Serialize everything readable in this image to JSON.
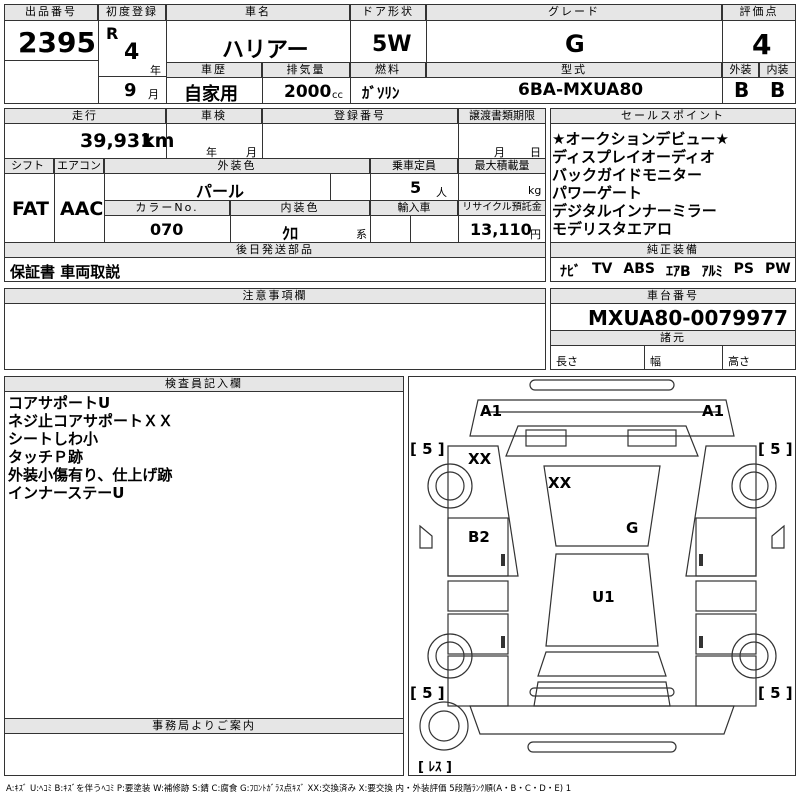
{
  "top": {
    "lot_header": "出品番号",
    "lot_number": "2395",
    "first_reg_header": "初度登録",
    "era": "R",
    "year": "4",
    "year_unit": "年",
    "month": "9",
    "month_unit": "月",
    "car_name_header": "車名",
    "car_name": "ハリアー",
    "door_header": "ドア形状",
    "door": "5W",
    "grade_header": "グレード",
    "grade": "G",
    "score_header": "評価点",
    "score": "4",
    "history_header": "車歴",
    "history": "自家用",
    "displacement_header": "排気量",
    "displacement": "2000",
    "displacement_unit": "cc",
    "fuel_header": "燃料",
    "fuel": "ｶﾞｿﾘﾝ",
    "model_header": "型式",
    "model": "6BA-MXUA80",
    "exterior_header": "外装",
    "exterior": "B",
    "interior_header": "内装",
    "interior": "B"
  },
  "row2": {
    "mileage_header": "走行",
    "mileage": "39,931",
    "mileage_unit": "km",
    "inspection_header": "車検",
    "inspection_year_unit": "年",
    "inspection_month_unit": "月",
    "registration_header": "登録番号",
    "transfer_header": "譲渡書類期限",
    "transfer_month_unit": "月",
    "transfer_day_unit": "日",
    "shift_header": "シフト",
    "shift": "FAT",
    "ac_header": "エアコン",
    "ac": "AAC",
    "color_header": "外装色",
    "color": "パール",
    "capacity_header": "乗車定員",
    "capacity": "5",
    "capacity_unit": "人",
    "max_load_header": "最大積載量",
    "max_load_unit": "kg",
    "color_no_header": "カラーNo.",
    "color_no": "070",
    "interior_color_header": "内装色",
    "interior_color": "ｸﾛ",
    "interior_color_unit": "系",
    "import_header": "輸入車",
    "recycle_header": "リサイクル預託金",
    "recycle": "13,110",
    "recycle_unit": "円",
    "later_header": "後日発送部品",
    "later": "保証書 車両取説"
  },
  "sales_points": {
    "header": "セールスポイント",
    "items": [
      "★オークションデビュー★",
      "ディスプレイオーディオ",
      "バックガイドモニター",
      "パワーゲート",
      "デジタルインナーミラー",
      "モデリスタエアロ"
    ]
  },
  "equipment": {
    "header": "純正装備",
    "items": [
      "ﾅﾋﾞ",
      "TV",
      "ABS",
      "ｴｱB",
      "ｱﾙﾐ",
      "PS",
      "PW"
    ]
  },
  "notes": {
    "header": "注意事項欄"
  },
  "chassis": {
    "header": "車台番号",
    "number": "MXUA80-0079977",
    "spec_header": "諸元",
    "length": "長さ",
    "width": "幅",
    "height": "高さ"
  },
  "inspector": {
    "header": "検査員記入欄",
    "lines": [
      "コアサポートU",
      "ネジ止コアサポートＸＸ",
      "シートしわ小",
      "タッチＰ跡",
      "外装小傷有り、仕上げ跡",
      "インナーステーU"
    ]
  },
  "office": {
    "header": "事務局よりご案内"
  },
  "diagram": {
    "a1_left": "A1",
    "a1_right": "A1",
    "xx_left": "XX",
    "xx_center": "XX",
    "g": "G",
    "b2": "B2",
    "u1": "U1",
    "tire_fl": "[ 5 ]",
    "tire_fr": "[ 5 ]",
    "tire_rl": "[ 5 ]",
    "tire_rr": "[ 5 ]",
    "spare": "[ ﾚｽ ]"
  },
  "legend": "A:ｷｽﾞ U:ﾍｺﾐ B:ｷｽﾞを伴うﾍｺﾐ P:要塗装 W:補修跡 S:錆 C:腐食 G:ﾌﾛﾝﾄｶﾞﾗｽ点ｷｽﾞ XX:交換済み X:要交換 内・外装評価 5段階ﾗﾝｸ順(A・B・C・D・E) 1"
}
